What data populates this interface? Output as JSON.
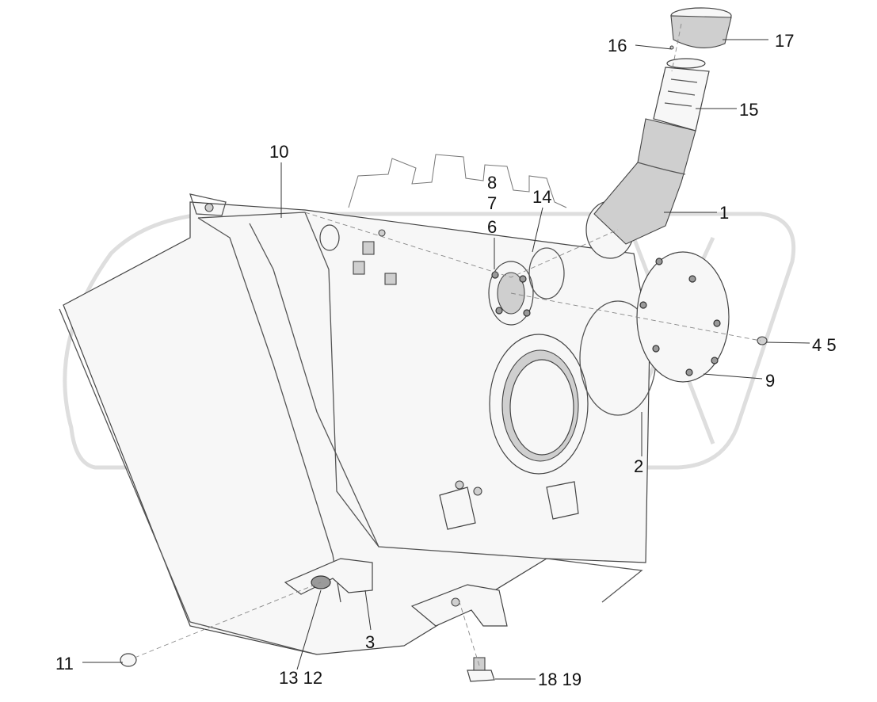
{
  "callouts": [
    {
      "id": "c1",
      "text": "1"
    },
    {
      "id": "c2",
      "text": "2"
    },
    {
      "id": "c3",
      "text": "3"
    },
    {
      "id": "c45",
      "text": "4 5"
    },
    {
      "id": "c6",
      "text": "6"
    },
    {
      "id": "c7",
      "text": "7"
    },
    {
      "id": "c8",
      "text": "8"
    },
    {
      "id": "c9",
      "text": "9"
    },
    {
      "id": "c10",
      "text": "10"
    },
    {
      "id": "c11",
      "text": "11"
    },
    {
      "id": "c1312",
      "text": "13 12"
    },
    {
      "id": "c14",
      "text": "14"
    },
    {
      "id": "c15",
      "text": "15"
    },
    {
      "id": "c16",
      "text": "16"
    },
    {
      "id": "c17",
      "text": "17"
    },
    {
      "id": "c1819",
      "text": "18 19"
    }
  ]
}
